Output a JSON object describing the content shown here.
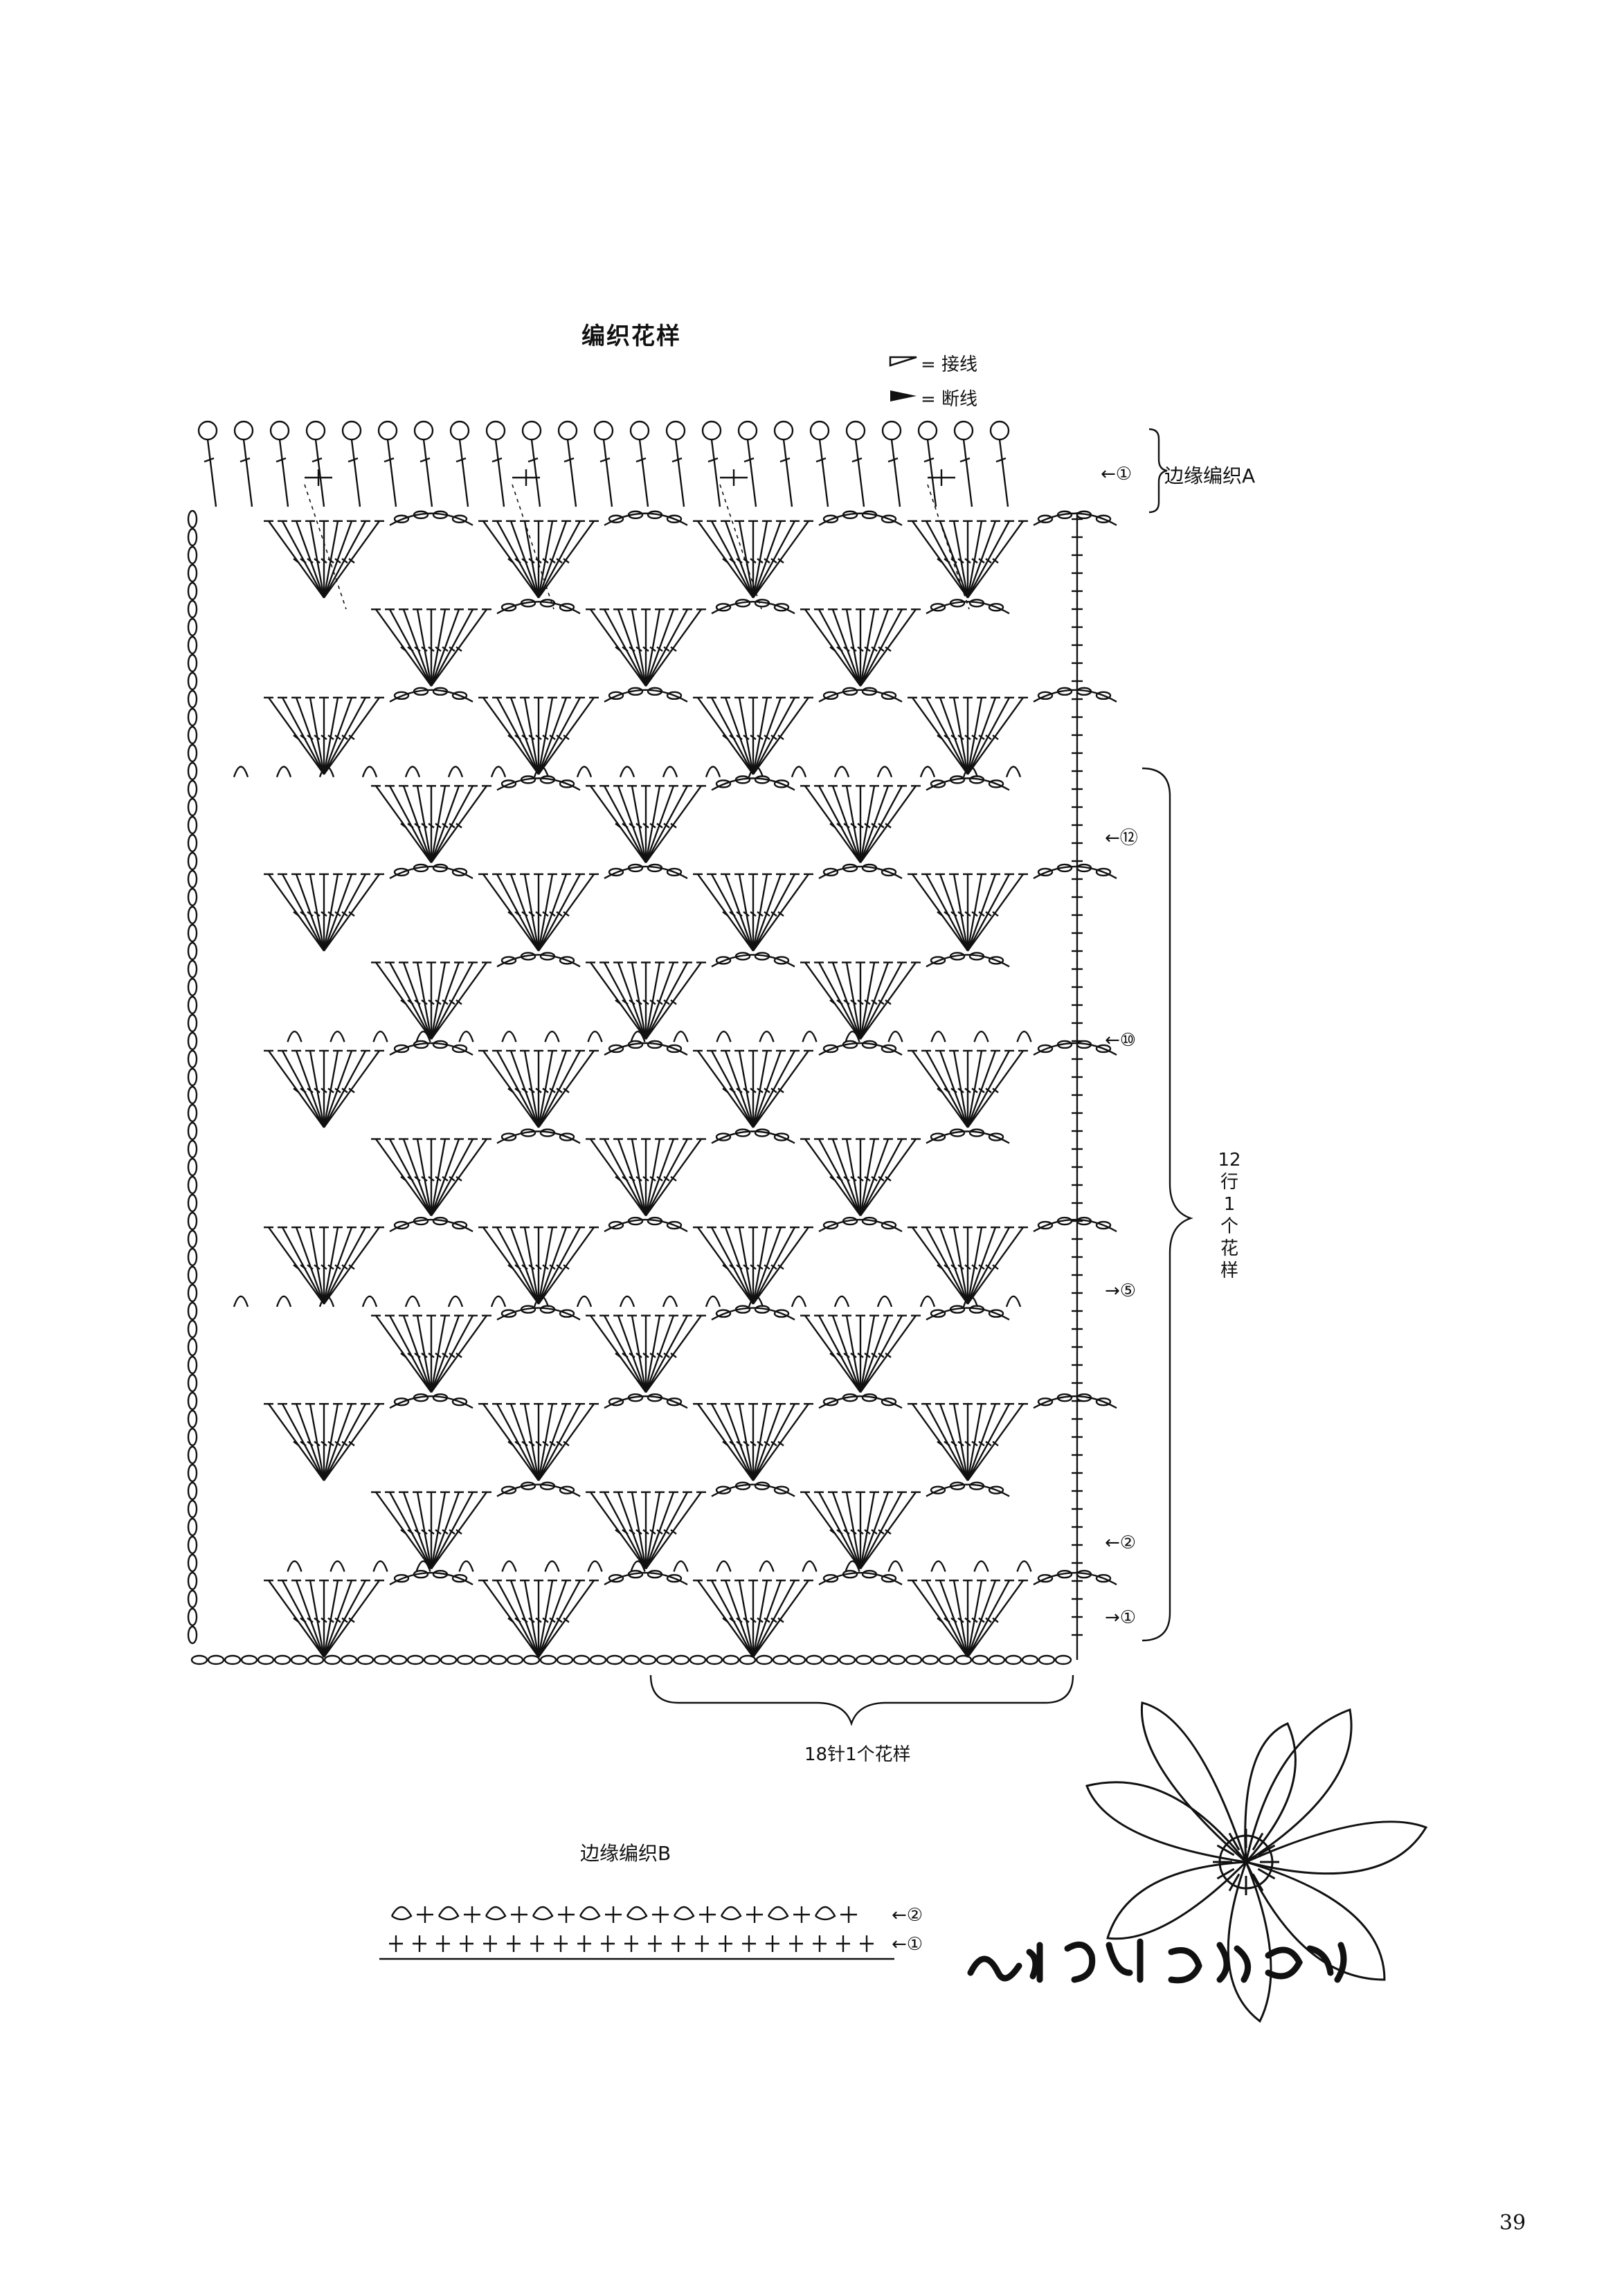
{
  "main_title": "编织花样",
  "legend": [
    {
      "symbol": "open-triangle-icon",
      "text": "= 接线"
    },
    {
      "symbol": "filled-triangle-icon",
      "text": "= 断线"
    }
  ],
  "edging_a": {
    "row_marker": "←①",
    "label": "边缘编织A"
  },
  "row_markers": [
    {
      "id": "12",
      "text": "←⑫"
    },
    {
      "id": "10",
      "text": "←⑩"
    },
    {
      "id": "5",
      "text": "→⑤"
    },
    {
      "id": "2",
      "text": "←②"
    },
    {
      "id": "1",
      "text": "→①"
    }
  ],
  "repeat_rows_label": [
    "12",
    "行",
    "1",
    "个",
    "花",
    "样"
  ],
  "repeat_stitch_label": "18针1个花样",
  "edging_b": {
    "title": "边缘编织B",
    "row2_marker": "←②",
    "row1_marker": "←①"
  },
  "page_number": "39",
  "decor": {
    "icon": "lotus-flower-icon",
    "calligraphy": "calligraphy-signature-icon"
  }
}
